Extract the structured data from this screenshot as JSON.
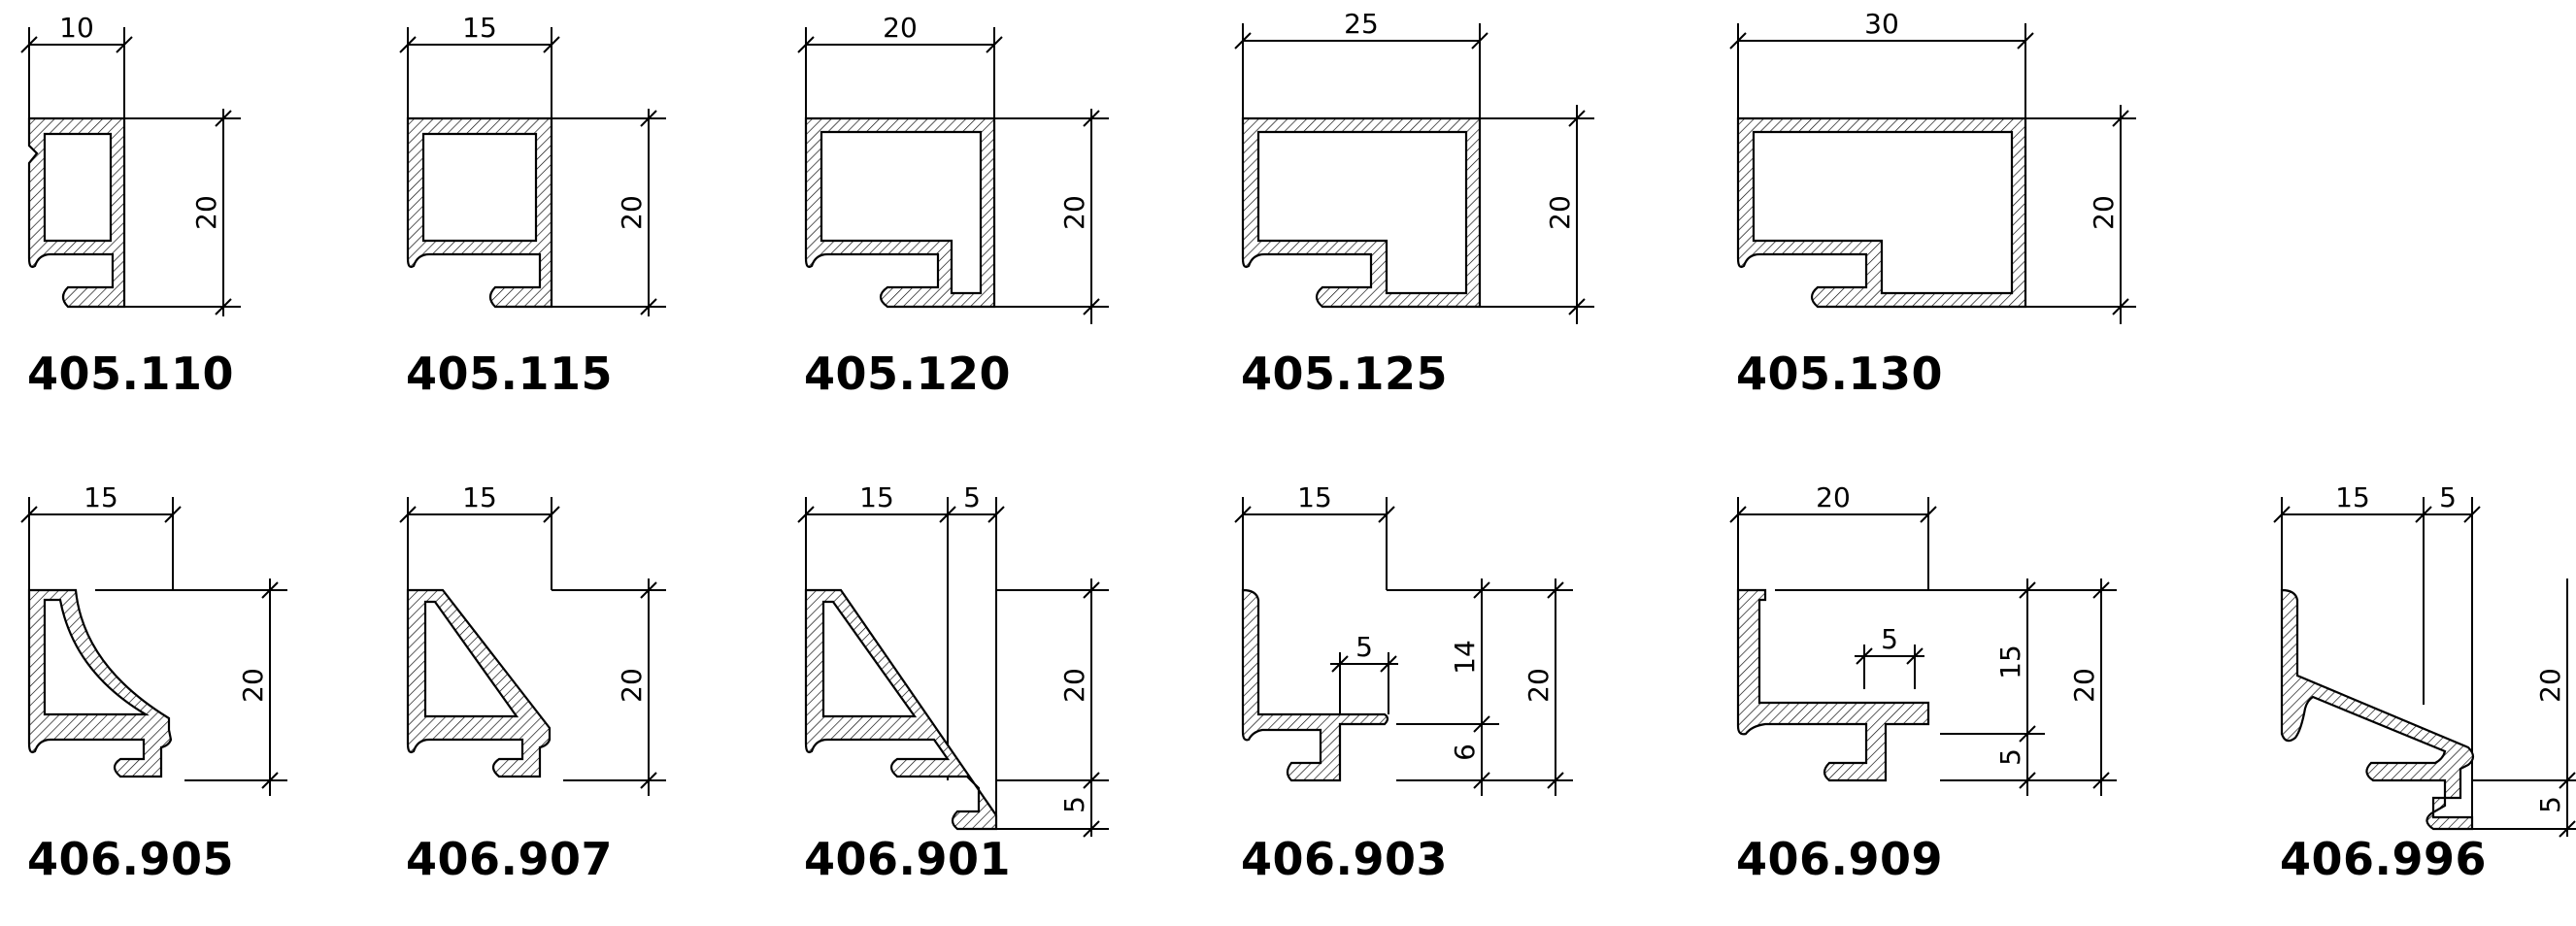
{
  "profiles": [
    {
      "code": "405.110",
      "width": "10",
      "height": "20"
    },
    {
      "code": "405.115",
      "width": "15",
      "height": "20"
    },
    {
      "code": "405.120",
      "width": "20",
      "height": "20"
    },
    {
      "code": "405.125",
      "width": "25",
      "height": "20"
    },
    {
      "code": "405.130",
      "width": "30",
      "height": "20"
    },
    {
      "code": "406.905",
      "width": "15",
      "height": "20"
    },
    {
      "code": "406.907",
      "width": "15",
      "height": "20"
    },
    {
      "code": "406.901",
      "width": "15",
      "extra": "5",
      "height": "20",
      "lower": "5"
    },
    {
      "code": "406.903",
      "width": "15",
      "inner": "5",
      "upper": "14",
      "lower": "6",
      "height": "20"
    },
    {
      "code": "406.909",
      "width": "20",
      "inner": "5",
      "upper": "15",
      "lower": "5",
      "height": "20"
    },
    {
      "code": "406.996",
      "width": "15",
      "extra": "5",
      "height": "20",
      "lower": "5"
    }
  ]
}
